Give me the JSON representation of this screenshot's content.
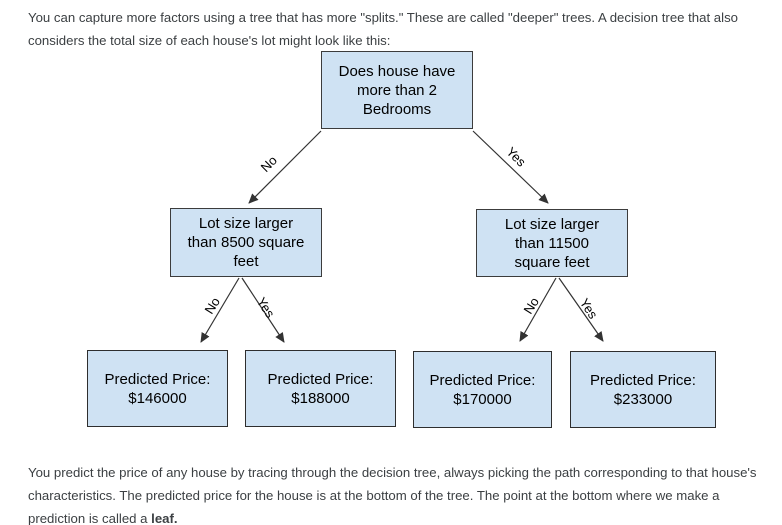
{
  "doc": {
    "top_paragraph": {
      "lines": [
        "You can capture more factors using a tree that has more \"splits.\" These are called \"deeper\" trees. A decision tree that also",
        "considers the total size of each house's lot might look like this:"
      ]
    },
    "bottom_paragraph": {
      "lines": [
        "You predict the price of any house by tracing through the decision tree, always picking the path corresponding to that house's",
        "characteristics. The predicted price for the house is at the bottom of the tree. The point at the bottom where we make a"
      ],
      "line3_prefix": "prediction is called a ",
      "line3_bold": "leaf."
    }
  },
  "tree": {
    "nodes": [
      {
        "id": "root",
        "type": "split",
        "label": "Does house have\nmore than 2\nBedrooms"
      },
      {
        "id": "left-split",
        "type": "split",
        "label": "Lot size larger\nthan 8500 square\nfeet"
      },
      {
        "id": "right-split",
        "type": "split",
        "label": "Lot size larger\nthan 11500\nsquare feet"
      },
      {
        "id": "leaf-1",
        "type": "leaf",
        "label": "Predicted Price:\n$146000",
        "predicted_price": 146000
      },
      {
        "id": "leaf-2",
        "type": "leaf",
        "label": "Predicted Price:\n$188000",
        "predicted_price": 188000
      },
      {
        "id": "leaf-3",
        "type": "leaf",
        "label": "Predicted Price:\n$170000",
        "predicted_price": 170000
      },
      {
        "id": "leaf-4",
        "type": "leaf",
        "label": "Predicted Price:\n$233000",
        "predicted_price": 233000
      }
    ],
    "edges": [
      {
        "from": "root",
        "to": "left-split",
        "label": "No"
      },
      {
        "from": "root",
        "to": "right-split",
        "label": "Yes"
      },
      {
        "from": "left-split",
        "to": "leaf-1",
        "label": "No"
      },
      {
        "from": "left-split",
        "to": "leaf-2",
        "label": "Yes"
      },
      {
        "from": "right-split",
        "to": "leaf-3",
        "label": "No"
      },
      {
        "from": "right-split",
        "to": "leaf-4",
        "label": "Yes"
      }
    ],
    "colors": {
      "node_fill": "#cfe2f3",
      "node_border": "#3c3c3c",
      "arrow": "#333333",
      "node_text": "#000000",
      "paragraph_text": "#3c4043"
    }
  }
}
